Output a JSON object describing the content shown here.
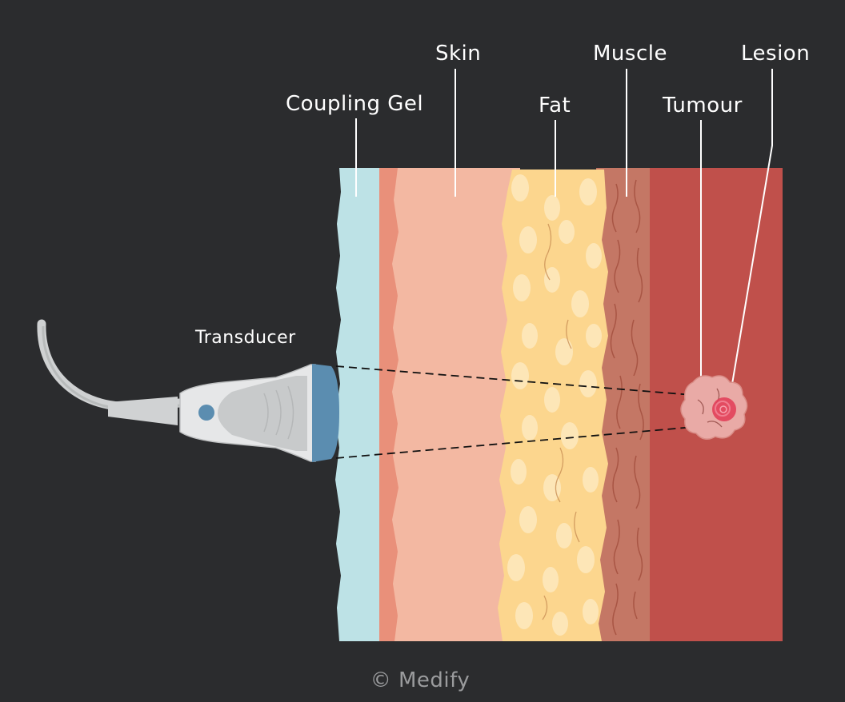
{
  "labels": {
    "coupling_gel": "Coupling Gel",
    "skin": "Skin",
    "fat": "Fat",
    "muscle": "Muscle",
    "tumour": "Tumour",
    "lesion": "Lesion",
    "transducer": "Transducer"
  },
  "credit": "© Medify",
  "colors": {
    "background": "#2b2c2e",
    "gel": "#bde2e6",
    "skin": "#f3b8a2",
    "skin_edge": "#e9907a",
    "fat": "#fcd68e",
    "fat_lobule": "#fde6b7",
    "muscle": "#c47765",
    "deep_tissue": "#c0504b",
    "tumour": "#e9aaa6",
    "lesion": "#e2405a",
    "probe_head": "#5b8db0",
    "probe_body": "#d9dbdc"
  },
  "icons": [
    "transducer-icon",
    "cable-icon"
  ]
}
